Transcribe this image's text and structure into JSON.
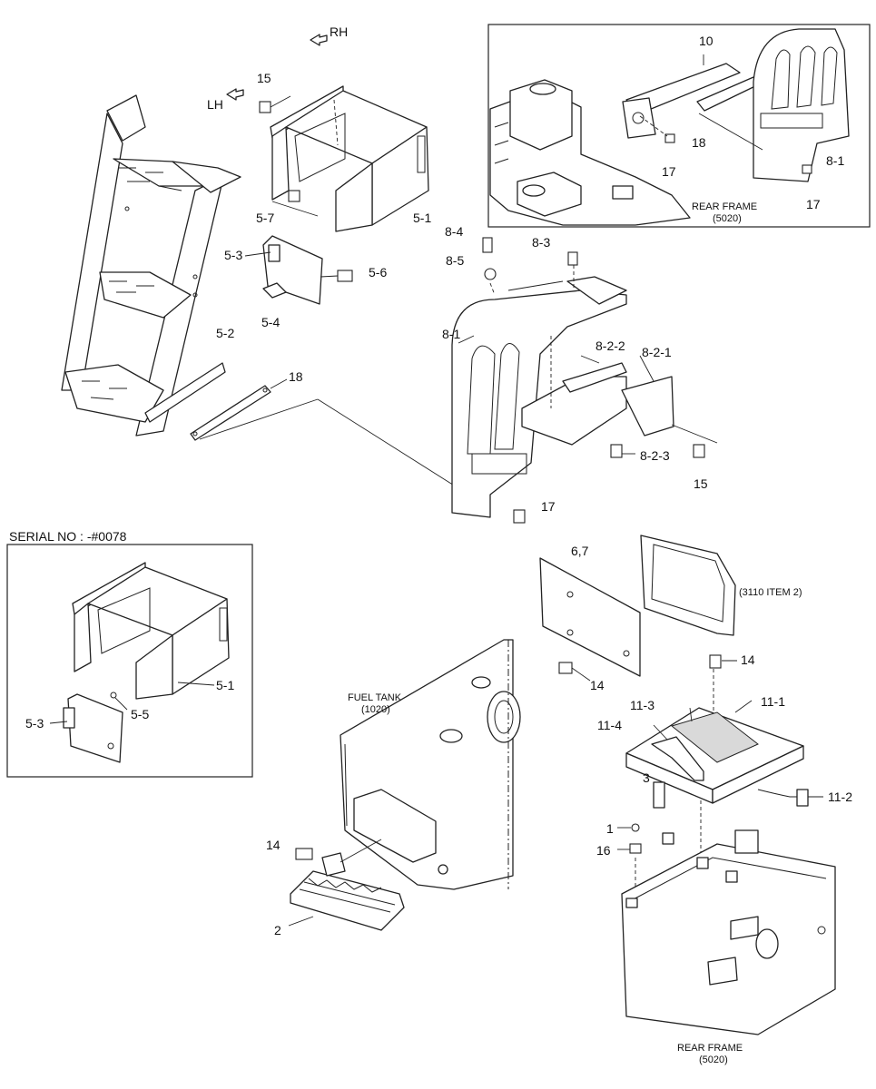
{
  "labels": {
    "rh": "RH",
    "lh": "LH",
    "p15_top": "15",
    "p5_7": "5-7",
    "p5_1_top": "5-1",
    "p5_3_top": "5-3",
    "p5_6": "5-6",
    "p5_4": "5-4",
    "p5_2": "5-2",
    "p18_mid": "18",
    "p8_4": "8-4",
    "p8_3": "8-3",
    "p8_5": "8-5",
    "p8_1_mid": "8-1",
    "p8_2_2": "8-2-2",
    "p8_2_1": "8-2-1",
    "p8_2_3": "8-2-3",
    "p15_mid": "15",
    "p17_mid": "17",
    "p6_7": "6,7",
    "p3110": "(3110 ITEM 2)",
    "p14_right_a": "14",
    "p14_right_b": "14",
    "p11_1": "11-1",
    "p11_3": "11-3",
    "p11_4": "11-4",
    "p11_2": "11-2",
    "p3": "3",
    "p1": "1",
    "p16": "16",
    "p14_left": "14",
    "p2": "2",
    "p5_1_inset": "5-1",
    "p5_5": "5-5",
    "p5_3_inset": "5-3"
  },
  "inset_top": {
    "p10": "10",
    "p18": "18",
    "p17_a": "17",
    "p8_1": "8-1",
    "p17_b": "17",
    "rear_frame": "REAR FRAME",
    "rear_frame_code": "(5020)"
  },
  "inset_serial": {
    "title": "SERIAL NO : -#0078"
  },
  "fuel_tank": {
    "name": "FUEL TANK",
    "code": "(1020)"
  },
  "rear_frame_bottom": {
    "name": "REAR FRAME",
    "code": "(5020)"
  }
}
